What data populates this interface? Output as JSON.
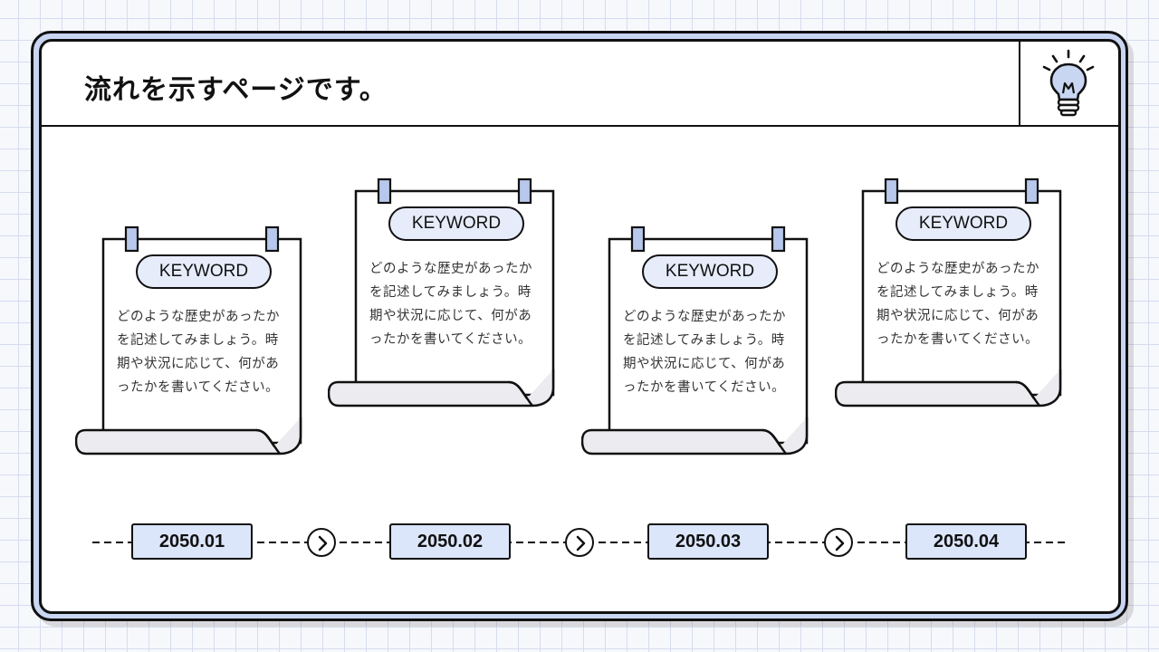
{
  "title": "流れを示すページです。",
  "icons": {
    "header": "lightbulb-icon",
    "step_arrow": "chevron-right-icon"
  },
  "colors": {
    "accent": "#c9d6f2",
    "badge": "#e6ecfa",
    "date_box": "#dce6fb",
    "tape": "#b8c8ec"
  },
  "cards": [
    {
      "keyword": "KEYWORD",
      "lines": [
        "どのような歴史があったか",
        "を記述してみましょう。時",
        "期や状況に応じて、何があ",
        "ったかを書いてください。"
      ]
    },
    {
      "keyword": "KEYWORD",
      "lines": [
        "どのような歴史があったか",
        "を記述してみましょう。時",
        "期や状況に応じて、何があ",
        "ったかを書いてください。"
      ]
    },
    {
      "keyword": "KEYWORD",
      "lines": [
        "どのような歴史があったか",
        "を記述してみましょう。時",
        "期や状況に応じて、何があ",
        "ったかを書いてください。"
      ]
    },
    {
      "keyword": "KEYWORD",
      "lines": [
        "どのような歴史があったか",
        "を記述してみましょう。時",
        "期や状況に応じて、何があ",
        "ったかを書いてください。"
      ]
    }
  ],
  "timeline": [
    "2050.01",
    "2050.02",
    "2050.03",
    "2050.04"
  ]
}
